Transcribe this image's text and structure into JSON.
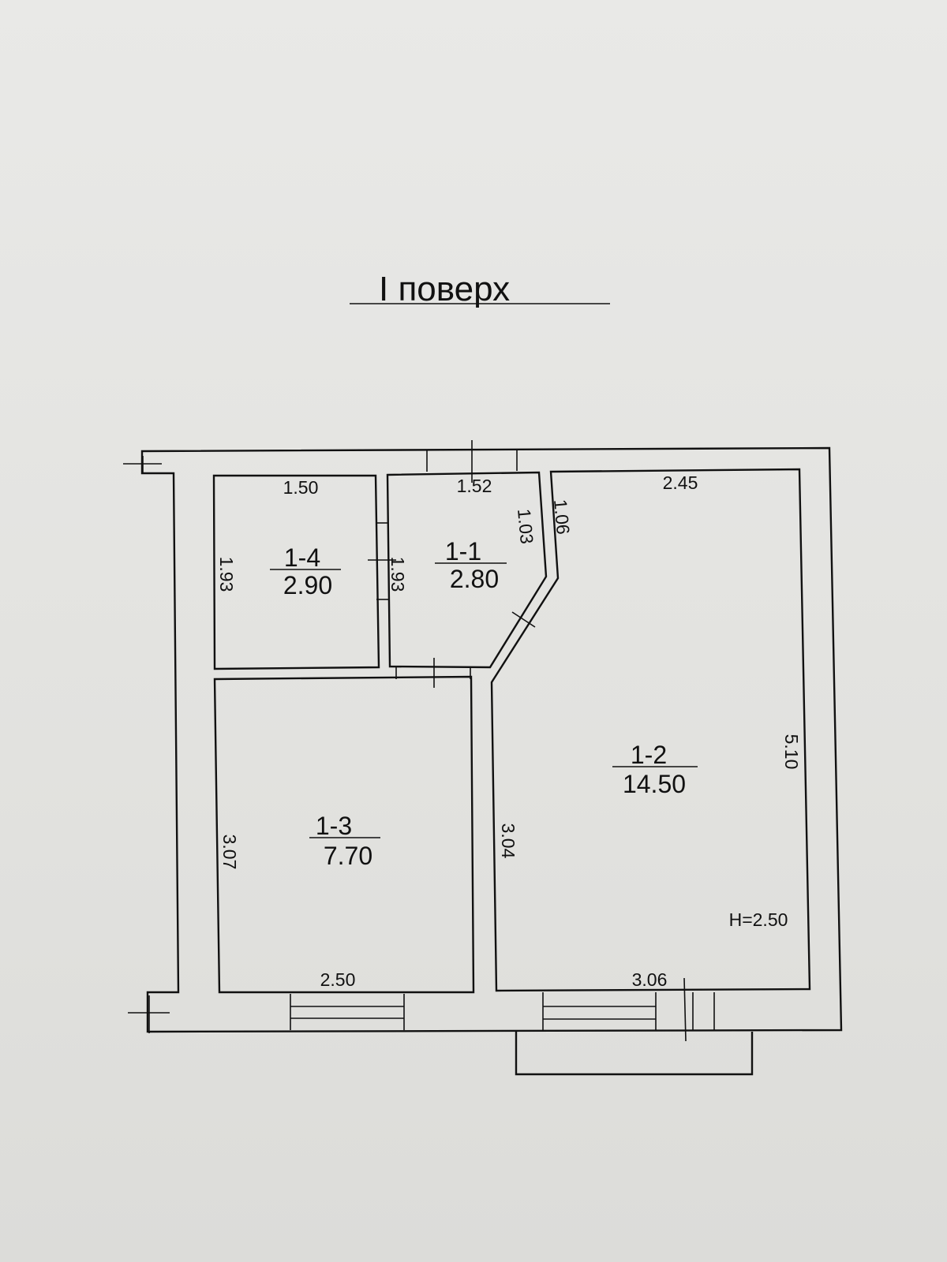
{
  "title": "I поверх",
  "ceiling_height": "H=2.50",
  "rooms": [
    {
      "id": "1-1",
      "area": "2.80"
    },
    {
      "id": "1-2",
      "area": "14.50"
    },
    {
      "id": "1-3",
      "area": "7.70"
    },
    {
      "id": "1-4",
      "area": "2.90"
    }
  ],
  "dimensions": {
    "r14_top": "1.50",
    "r14_left": "1.93",
    "r11_top": "1.52",
    "r11_left": "1.93",
    "r11_diag": "1.03",
    "r12_diag": "1.06",
    "r12_top": "2.45",
    "r12_right": "5.10",
    "r12_left": "3.04",
    "r12_bottom": "3.06",
    "r13_left": "3.07",
    "r13_bottom": "2.50"
  }
}
